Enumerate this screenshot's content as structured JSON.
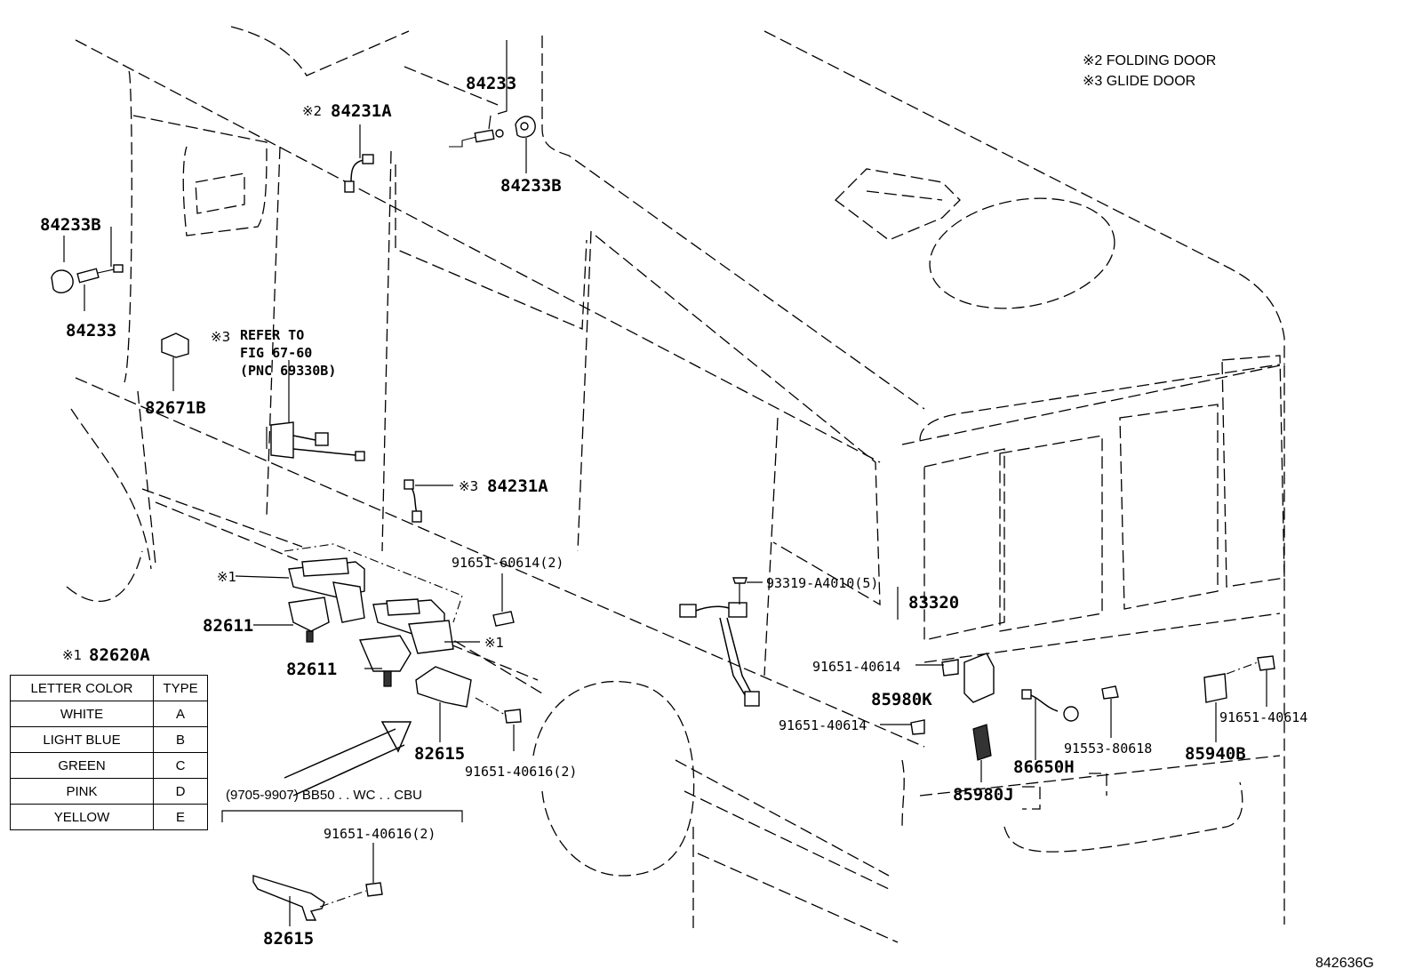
{
  "notes": {
    "note2": "※2 FOLDING DOOR",
    "note3": "※3 GLIDE DOOR"
  },
  "labels": {
    "p84233_top": "84233",
    "p84231a_top_mark": "※2",
    "p84231a_top": "84231A",
    "p84233b_top": "84233B",
    "p84233b_left": "84233B",
    "p84233_left": "84233",
    "p82671b": "82671B",
    "ref_mark": "※3",
    "ref_line1": "REFER TO",
    "ref_line2": "FIG 67-60",
    "ref_line3": "(PNC 69330B)",
    "p84231a_mid_mark": "※3",
    "p84231a_mid": "84231A",
    "p91651_60614": "91651-60614(2)",
    "mark1_a": "※1",
    "mark1_b": "※1",
    "p82611_a": "82611",
    "p82611_b": "82611",
    "p82620a_mark": "※1",
    "p82620a": "82620A",
    "p82615_a": "82615",
    "p91651_40616_a": "91651-40616(2)",
    "p93319": "93319-A4010(5)",
    "p83320": "83320",
    "p91651_40614_a": "91651-40614",
    "p85980k": "85980K",
    "p91651_40614_b": "91651-40614",
    "p85980j": "85980J",
    "p86650h": "86650H",
    "p91553": "91553-80618",
    "p85940b": "85940B",
    "p91651_40614_c": "91651-40614",
    "cbu_note": "(9705-9907) BB50 . . WC . . CBU",
    "p91651_40616_b": "91651-40616(2)",
    "p82615_b": "82615",
    "figure_id": "842636G"
  },
  "color_table": {
    "header": [
      "LETTER COLOR",
      "TYPE"
    ],
    "rows": [
      [
        "WHITE",
        "A"
      ],
      [
        "LIGHT BLUE",
        "B"
      ],
      [
        "GREEN",
        "C"
      ],
      [
        "PINK",
        "D"
      ],
      [
        "YELLOW",
        "E"
      ]
    ]
  }
}
